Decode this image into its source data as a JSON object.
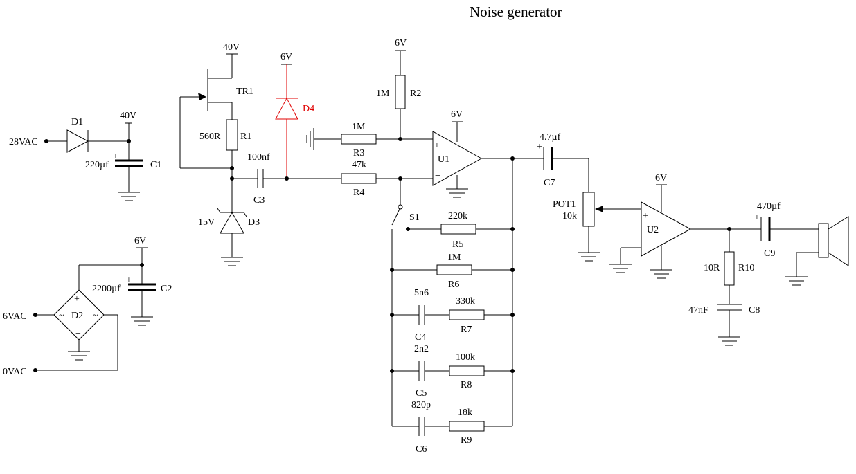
{
  "title": "Noise generator",
  "terminals": {
    "ac28": "28VAC",
    "ac6": "6VAC",
    "ac0": "0VAC"
  },
  "rails": {
    "v40_c1": "40V",
    "v40_tr1": "40V",
    "v6_d4": "6V",
    "v6_r2": "6V",
    "v6_u1": "6V",
    "v6_u2": "6V",
    "v6_c2": "6V"
  },
  "components": {
    "D1": {
      "ref": "D1"
    },
    "C1": {
      "ref": "C1",
      "value": "220µf"
    },
    "TR1": {
      "ref": "TR1"
    },
    "R1": {
      "ref": "R1",
      "value": "560R"
    },
    "D3": {
      "ref": "D3",
      "value": "15V"
    },
    "C3": {
      "ref": "C3",
      "value": "100nf"
    },
    "D4": {
      "ref": "D4"
    },
    "R3": {
      "ref": "R3",
      "value": "1M"
    },
    "R4": {
      "ref": "R4",
      "value": "47k"
    },
    "R2": {
      "ref": "R2",
      "value": "1M"
    },
    "U1": {
      "ref": "U1"
    },
    "S1": {
      "ref": "S1"
    },
    "R5": {
      "ref": "R5",
      "value": "220k"
    },
    "R6": {
      "ref": "R6",
      "value": "1M"
    },
    "C4": {
      "ref": "C4",
      "value": "5n6"
    },
    "R7": {
      "ref": "R7",
      "value": "330k"
    },
    "C5": {
      "ref": "C5",
      "value": "2n2"
    },
    "R8": {
      "ref": "R8",
      "value": "100k"
    },
    "C6": {
      "ref": "C6",
      "value": "820p"
    },
    "R9": {
      "ref": "R9",
      "value": "18k"
    },
    "C7": {
      "ref": "C7",
      "value": "4.7µf"
    },
    "POT1": {
      "ref": "POT1",
      "value": "10k"
    },
    "U2": {
      "ref": "U2"
    },
    "R10": {
      "ref": "R10",
      "value": "10R"
    },
    "C8": {
      "ref": "C8",
      "value": "47nF"
    },
    "C9": {
      "ref": "C9",
      "value": "470µf"
    },
    "D2": {
      "ref": "D2"
    },
    "C2": {
      "ref": "C2",
      "value": "2200µf"
    }
  },
  "symbols": {
    "plus": "+",
    "minus": "−",
    "ac": "~"
  },
  "colors": {
    "ink": "#000000",
    "highlight": "#e00000",
    "background": "#ffffff"
  }
}
